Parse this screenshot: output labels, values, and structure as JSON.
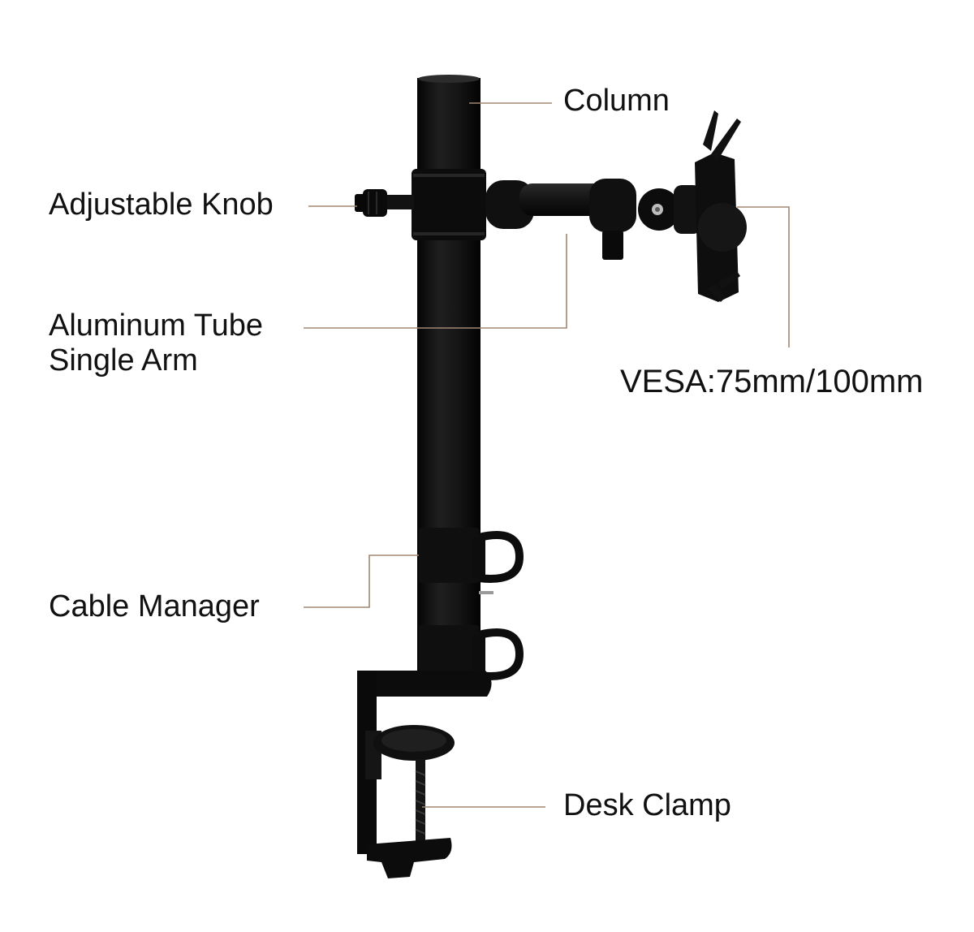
{
  "labels": {
    "column": "Column",
    "adjustable_knob": "Adjustable Knob",
    "arm_line1": "Aluminum Tube",
    "arm_line2": "Single Arm",
    "vesa": "VESA:75mm/100mm",
    "cable_manager": "Cable Manager",
    "desk_clamp": "Desk Clamp"
  },
  "colors": {
    "leader_line": "#a08770",
    "metal": "#141414",
    "text": "#111111",
    "background": "#ffffff"
  }
}
